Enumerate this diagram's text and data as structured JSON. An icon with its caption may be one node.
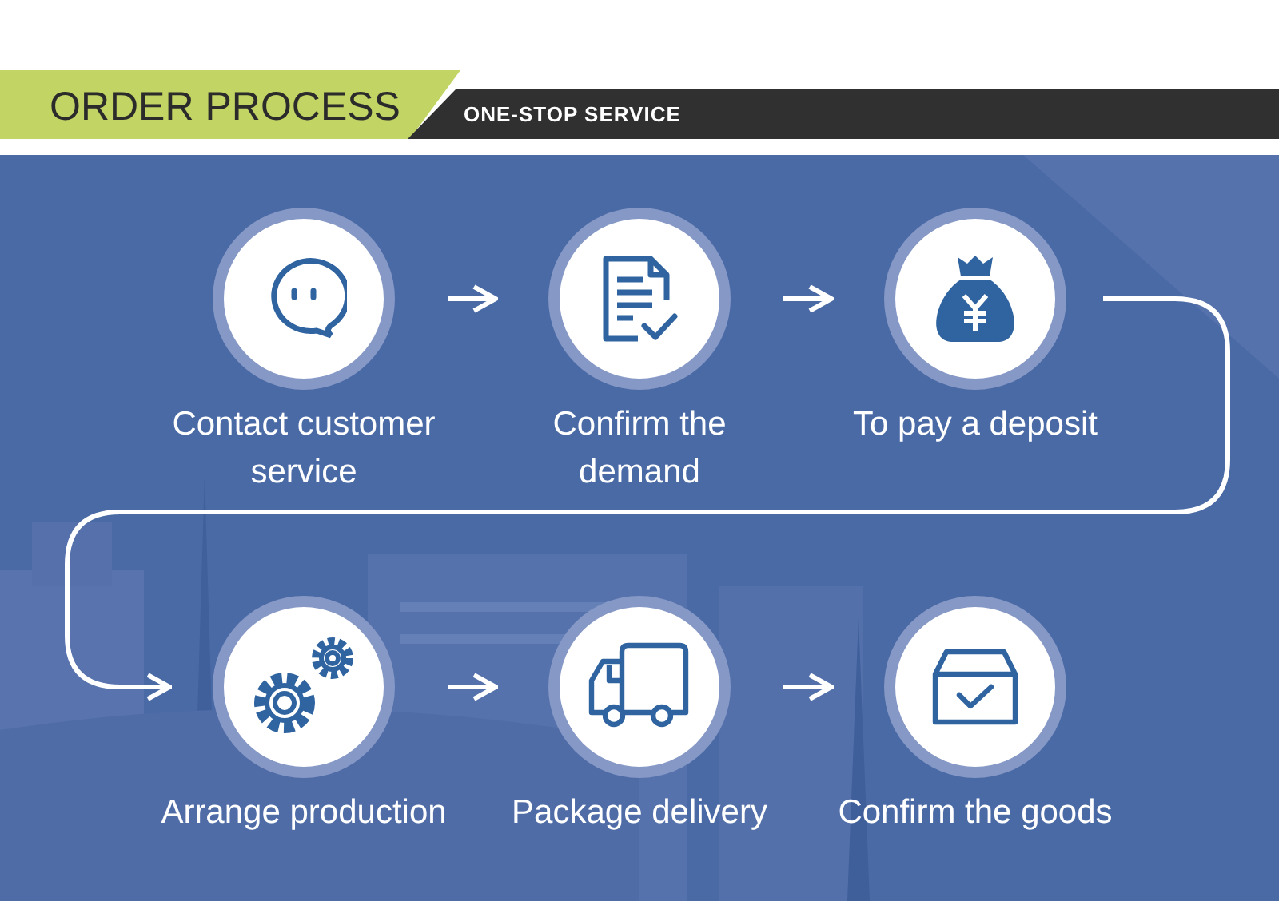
{
  "diagram": {
    "title": "ORDER PROCESS",
    "nodes": [
      {
        "text": [
          "Contact customer service"
        ]
      },
      {
        "text": [
          "Confirm the demand"
        ]
      },
      {
        "text": [
          "To pay a deposit"
        ]
      },
      {
        "text": [
          "Arrange production"
        ]
      },
      {
        "text": [
          "Package delivery"
        ]
      },
      {
        "text": [
          "Confirm the goods"
        ]
      }
    ],
    "edges": [
      {
        "from": 0,
        "to": 1,
        "arrow": "to"
      },
      {
        "from": 1,
        "to": 2,
        "arrow": "to"
      },
      {
        "from": 2,
        "to": 3,
        "arrow": "to"
      },
      {
        "from": 3,
        "to": 4,
        "arrow": "to"
      },
      {
        "from": 4,
        "to": 5,
        "arrow": "to"
      }
    ],
    "labels": [
      "ONE-STOP SERVICE"
    ]
  }
}
